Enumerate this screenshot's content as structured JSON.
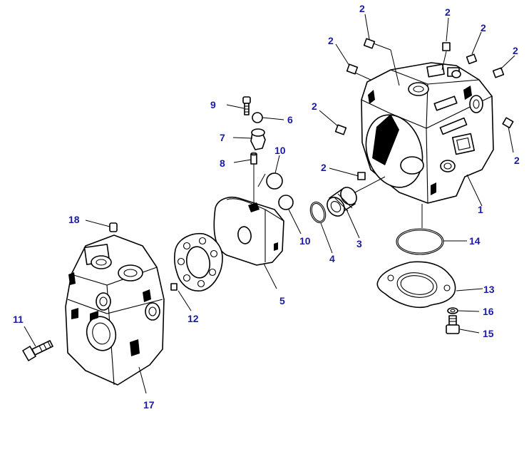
{
  "diagram": {
    "label_color": "#1a1aa6",
    "line_color": "#000000",
    "callouts": [
      {
        "id": "c2a",
        "text": "2"
      },
      {
        "id": "c2b",
        "text": "2"
      },
      {
        "id": "c2c",
        "text": "2"
      },
      {
        "id": "c2d",
        "text": "2"
      },
      {
        "id": "c2e",
        "text": "2"
      },
      {
        "id": "c2f",
        "text": "2"
      },
      {
        "id": "c2g",
        "text": "2"
      },
      {
        "id": "c2h",
        "text": "2"
      },
      {
        "id": "c9",
        "text": "9"
      },
      {
        "id": "c6",
        "text": "6"
      },
      {
        "id": "c7",
        "text": "7"
      },
      {
        "id": "c8",
        "text": "8"
      },
      {
        "id": "c10a",
        "text": "10"
      },
      {
        "id": "c10b",
        "text": "10"
      },
      {
        "id": "c1",
        "text": "1"
      },
      {
        "id": "c3",
        "text": "3"
      },
      {
        "id": "c4",
        "text": "4"
      },
      {
        "id": "c14",
        "text": "14"
      },
      {
        "id": "c13",
        "text": "13"
      },
      {
        "id": "c16",
        "text": "16"
      },
      {
        "id": "c15",
        "text": "15"
      },
      {
        "id": "c5",
        "text": "5"
      },
      {
        "id": "c12",
        "text": "12"
      },
      {
        "id": "c18",
        "text": "18"
      },
      {
        "id": "c11",
        "text": "11"
      },
      {
        "id": "c17",
        "text": "17"
      }
    ]
  }
}
